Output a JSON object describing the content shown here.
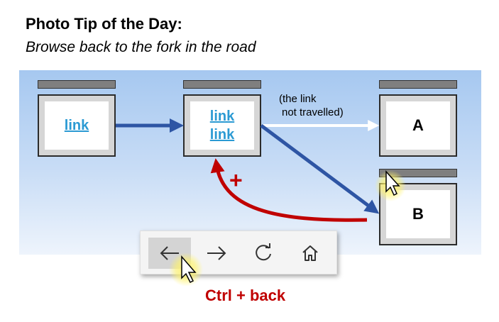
{
  "heading": {
    "title": "Photo Tip of the Day:",
    "subtitle": "Browse back to the fork in the road"
  },
  "pages": {
    "first": {
      "link": "link"
    },
    "fork": {
      "link1": "link",
      "link2": "link"
    },
    "a": {
      "label": "A"
    },
    "b": {
      "label": "B"
    }
  },
  "note": {
    "line1": "(the link",
    "line2": "not travelled)"
  },
  "plus_sign": "+",
  "toolbar": {
    "buttons": [
      {
        "icon": "back-arrow-icon",
        "active": true
      },
      {
        "icon": "forward-arrow-icon",
        "active": false
      },
      {
        "icon": "refresh-icon",
        "active": false
      },
      {
        "icon": "home-icon",
        "active": false
      }
    ]
  },
  "shortcut_label": "Ctrl + back",
  "colors": {
    "link": "#2b9ad3",
    "path_arrow": "#2e55a4",
    "back_arrow": "#c00000",
    "untravelled_arrow": "#ffffff",
    "cursor_glow": "#fff36a"
  }
}
